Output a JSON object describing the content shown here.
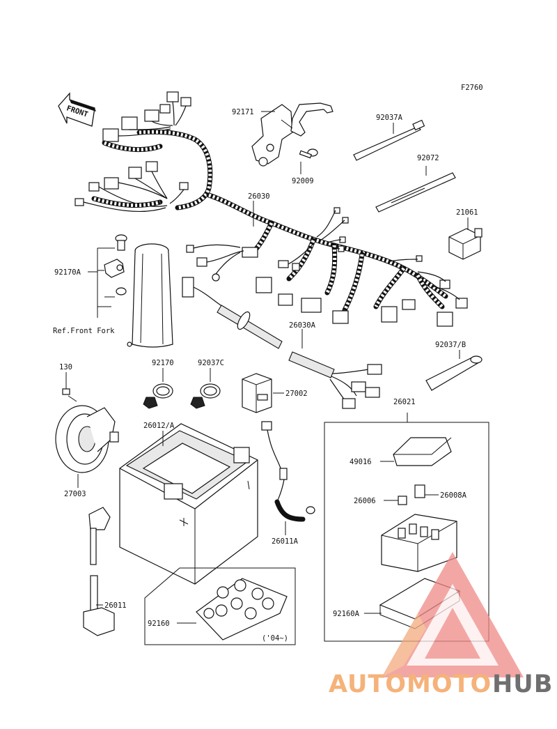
{
  "figure_code": "F2760",
  "front_arrow": "FRONT",
  "parts": {
    "p92171": "92171",
    "p92037A": "92037A",
    "p92072": "92072",
    "p92009": "92009",
    "p26030": "26030",
    "p21061": "21061",
    "p92170A": "92170A",
    "ref_front_fork": "Ref.Front Fork",
    "p26030A": "26030A",
    "p92037B": "92037/B",
    "p130": "130",
    "p92170": "92170",
    "p92037C": "92037C",
    "p27002": "27002",
    "p26012A": "26012/A",
    "p26021": "26021",
    "p49016": "49016",
    "p27003": "27003",
    "p26006": "26006",
    "p26008A": "26008A",
    "p26011A": "26011A",
    "p26011": "26011",
    "p92160": "92160",
    "p92160A": "92160A",
    "year_note": "('04~)"
  },
  "watermark": {
    "brand_part1": "AUTOMOTO",
    "brand_part2": "HUB",
    "color_orange": "#f5b27a",
    "color_red": "#f08a86",
    "color_gray": "#6f6f6f"
  }
}
